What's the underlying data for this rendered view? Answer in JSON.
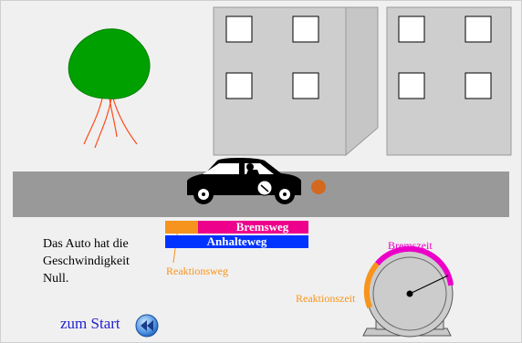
{
  "scene": {
    "message": "Das Auto hat die Geschwindigkeit Null.",
    "bars": {
      "bremsweg": "Bremsweg",
      "anhalteweg": "Anhalteweg"
    },
    "labels": {
      "reaktionsweg": "Reaktionsweg",
      "bremszeit": "Bremszeit",
      "reaktionszeit": "Reaktionszeit"
    }
  },
  "navigation": {
    "start_label": "zum Start"
  },
  "icons": {
    "rewind": "rewind-icon"
  },
  "colors": {
    "reaktion": "#f7941d",
    "brems": "#ec008c",
    "anhalte": "#0033ff",
    "road": "#999999"
  }
}
